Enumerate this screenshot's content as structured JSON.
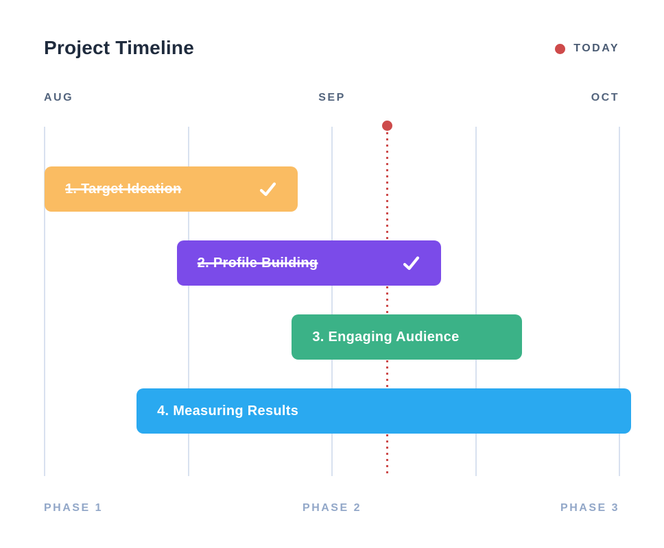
{
  "header": {
    "legend": {
      "label": "TODAY",
      "dot_color": "#cd4b4b"
    }
  },
  "colors": {
    "background": "#ffffff",
    "title_text": "#1f2b3d",
    "month_text": "#53647d",
    "phase_text": "#92a7c8",
    "gridline": "#d8e1ef",
    "today_red": "#cd4b4b",
    "bar_text": "#ffffff"
  },
  "chart_data": {
    "type": "gantt",
    "title": "Project Timeline",
    "x_axis": {
      "ticks": [
        "AUG",
        "SEP",
        "OCT"
      ],
      "tick_units": [
        0,
        1,
        2
      ],
      "gridline_units": [
        0,
        0.5,
        1,
        1.5,
        2
      ],
      "range_units": [
        0,
        2
      ]
    },
    "today_unit": 1.193,
    "phases": [
      {
        "label": "PHASE 1",
        "unit": 0
      },
      {
        "label": "PHASE 2",
        "unit": 1
      },
      {
        "label": "PHASE 3",
        "unit": 2
      }
    ],
    "tasks": [
      {
        "label": "1. Target Ideation",
        "start_unit": 0.0,
        "end_unit": 0.88,
        "color": "#fabc62",
        "completed": true
      },
      {
        "label": "2. Profile Building",
        "start_unit": 0.46,
        "end_unit": 1.38,
        "color": "#7b4be9",
        "completed": true
      },
      {
        "label": "3. Engaging Audience",
        "start_unit": 0.86,
        "end_unit": 1.66,
        "color": "#3bb287",
        "completed": false
      },
      {
        "label": "4. Measuring Results",
        "start_unit": 0.32,
        "end_unit": 2.04,
        "color": "#2aa9f0",
        "completed": false
      }
    ]
  }
}
